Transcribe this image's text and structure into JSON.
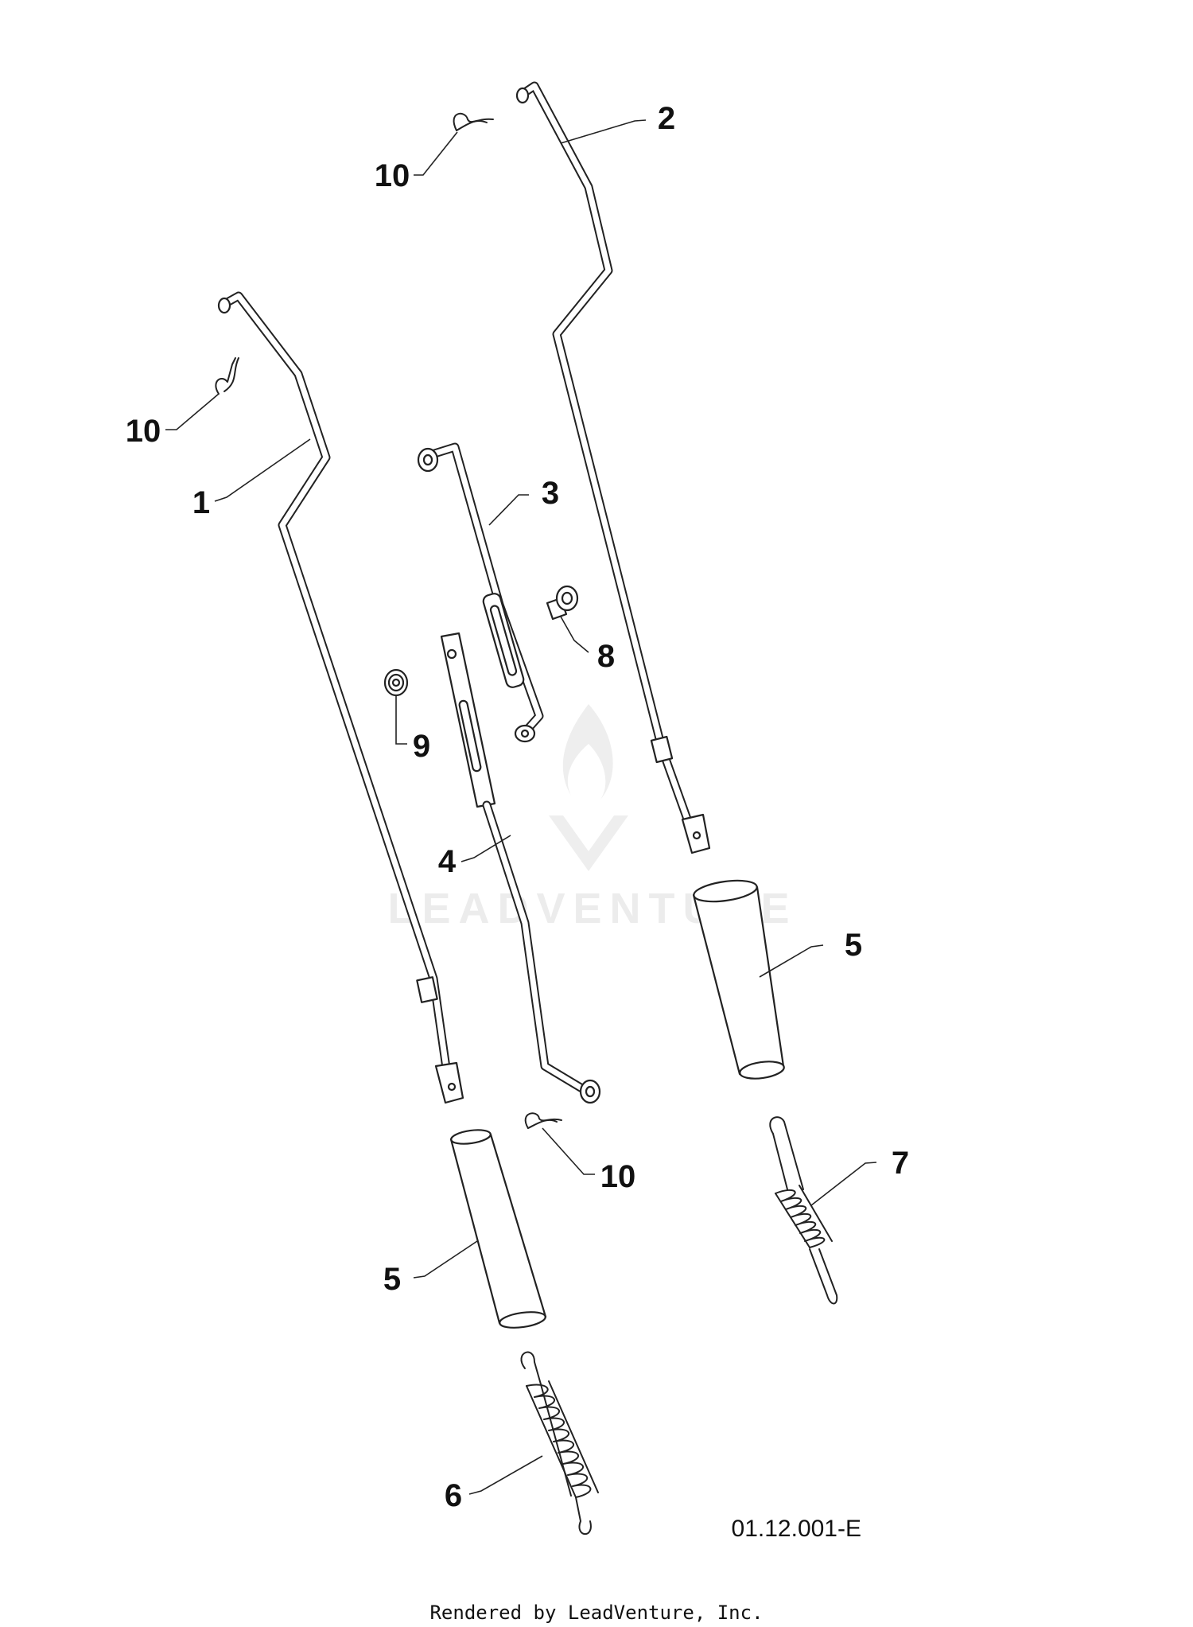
{
  "diagram": {
    "callouts": {
      "part_1": "1",
      "part_2": "2",
      "part_3": "3",
      "part_4": "4",
      "part_5_upper": "5",
      "part_5_lower": "5",
      "part_6": "6",
      "part_7": "7",
      "part_8": "8",
      "part_9": "9",
      "part_10_top": "10",
      "part_10_left": "10",
      "part_10_bottom": "10"
    },
    "drawing_number": "01.12.001-E",
    "watermark": "LEADVENTURE",
    "footer_credit": "Rendered by LeadVenture, Inc."
  }
}
